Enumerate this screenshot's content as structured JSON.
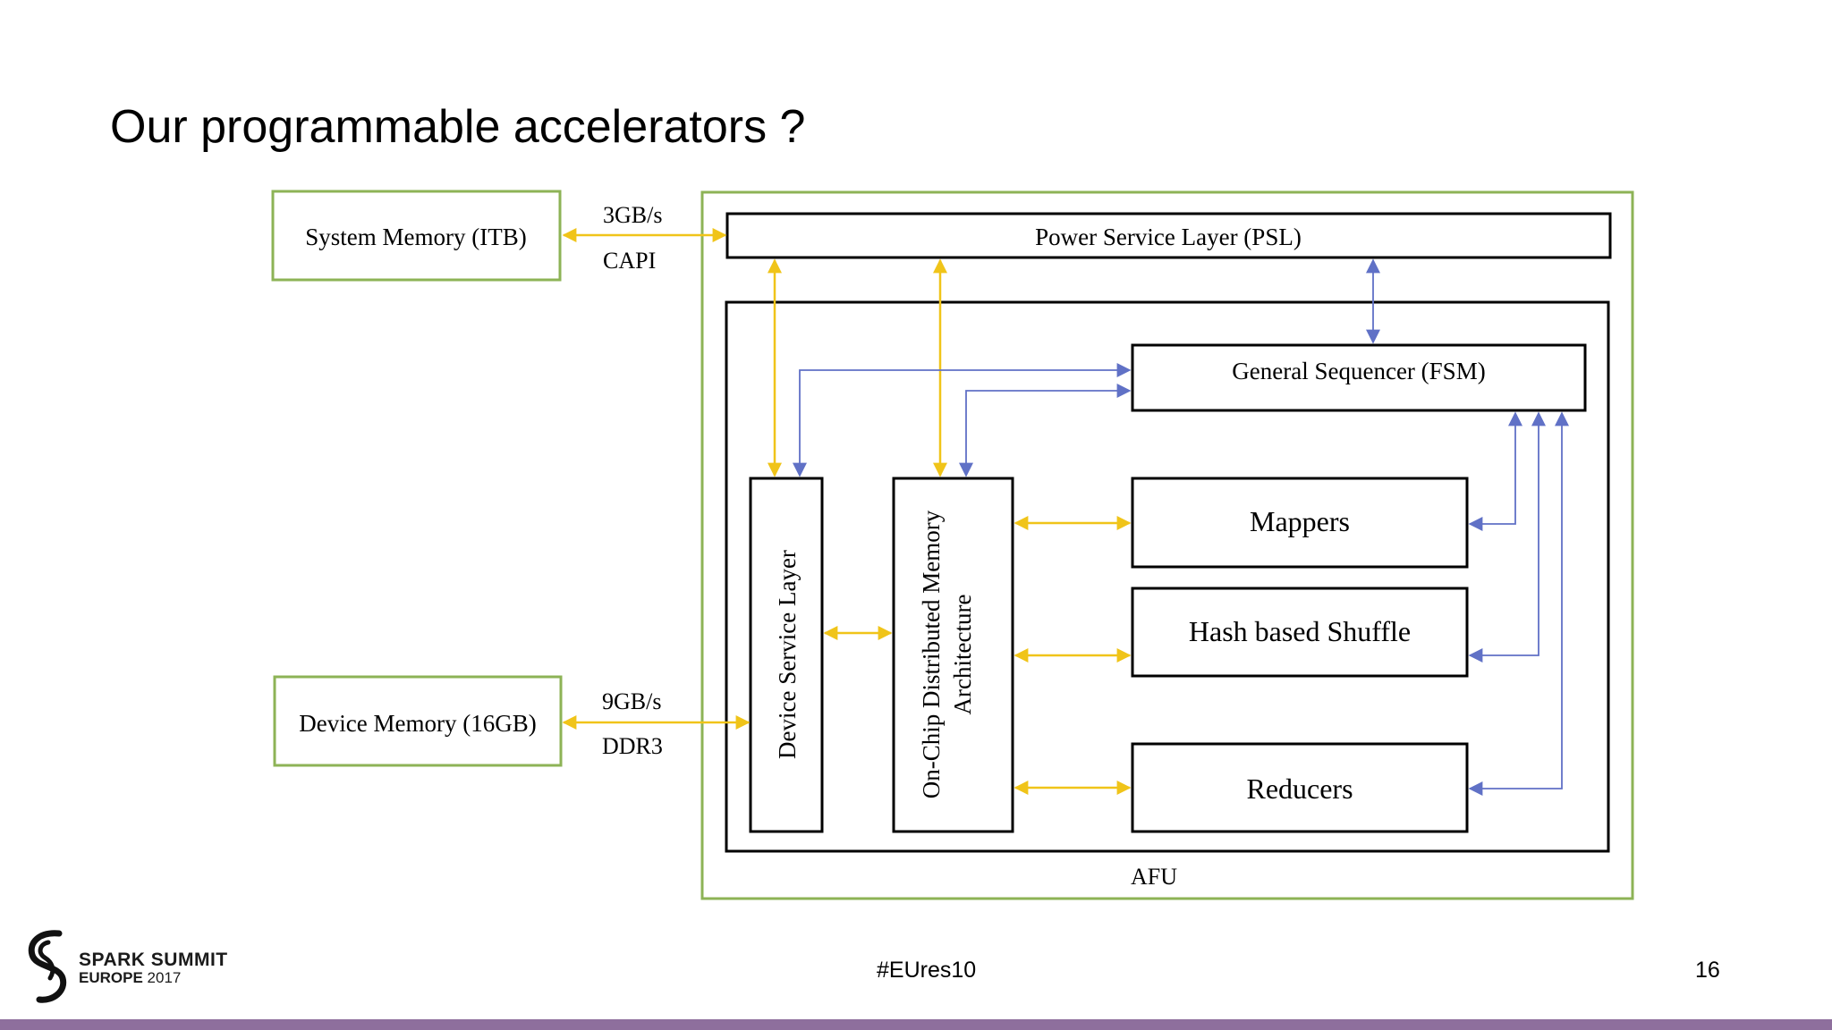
{
  "slide": {
    "title": "Our programmable accelerators  ?",
    "hashtag": "#EUres10",
    "page_number": "16"
  },
  "diagram": {
    "system_memory": "System Memory (ITB)",
    "device_memory": "Device Memory (16GB)",
    "capi_bandwidth": "3GB/s",
    "capi_label": "CAPI",
    "ddr_bandwidth": "9GB/s",
    "ddr_label": "DDR3",
    "psl": "Power Service Layer (PSL)",
    "sequencer": "General Sequencer (FSM)",
    "device_service_layer": "Device Service Layer",
    "onchip_line1": "On-Chip Distributed Memory",
    "onchip_line2": "Architecture",
    "mappers": "Mappers",
    "shuffle": "Hash based Shuffle",
    "reducers": "Reducers",
    "afu": "AFU"
  },
  "logo": {
    "line1": "SPARK SUMMIT",
    "line2_region": "EUROPE",
    "line2_year": "2017",
    "icon": "spark-summit-swirl-icon"
  },
  "colors": {
    "green_border": "#8db356",
    "yellow_arrow": "#f0c419",
    "blue_arrow": "#6071c6",
    "footer_bar": "#8e6f9d"
  }
}
